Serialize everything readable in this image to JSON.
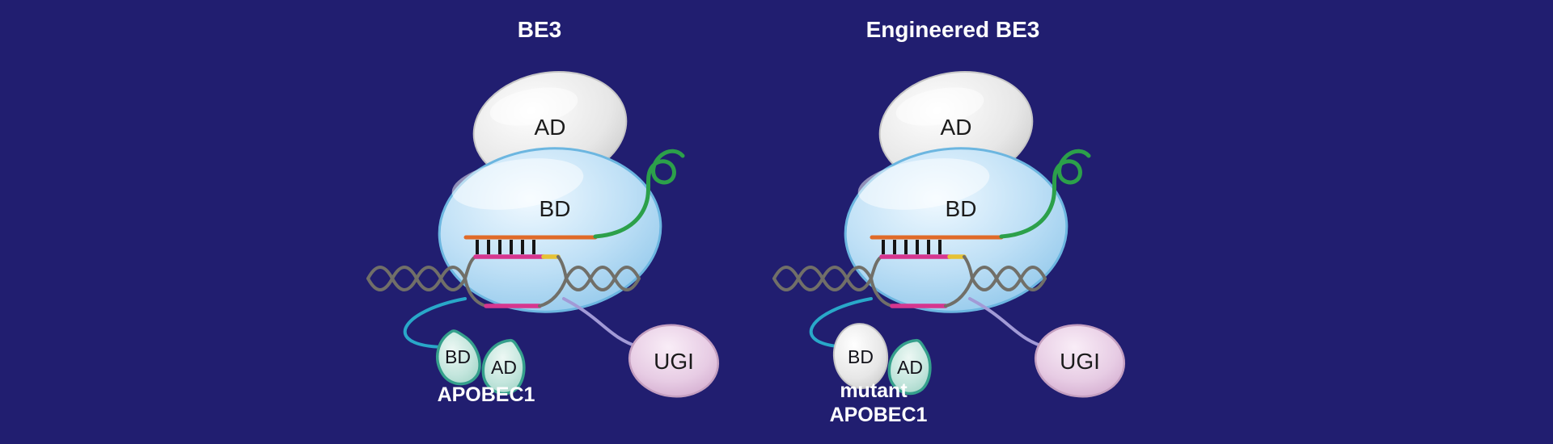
{
  "colors": {
    "background": "#211e70",
    "cas9_body_blue": "#bfe0f6",
    "ad_domain_gray": "#e8e8e8",
    "dna_gray": "#716f68",
    "guide_rna_orange": "#e06a28",
    "edit_segment_pink": "#d6368f",
    "pam_yellow": "#e6c235",
    "sgrna_scaffold_green": "#2ca04a",
    "apobec_mint": "#c2e5dc",
    "apobec_outline_teal": "#35a08c",
    "linker_cyan": "#29a8c9",
    "linker_purple": "#a29ad6",
    "ugi_pink": "#e7cce4",
    "title_text": "#ffffff",
    "label_text": "#1b1b1b"
  },
  "panels": {
    "left": {
      "title": "BE3",
      "ad_label": "AD",
      "bd_label": "BD",
      "apobec": {
        "bd_label": "BD",
        "ad_label": "AD",
        "name": "APOBEC1"
      },
      "ugi_label": "UGI"
    },
    "right": {
      "title": "Engineered BE3",
      "ad_label": "AD",
      "bd_label": "BD",
      "apobec": {
        "bd_label": "BD",
        "ad_label": "AD",
        "name_line1": "mutant",
        "name_line2": "APOBEC1"
      },
      "ugi_label": "UGI"
    }
  }
}
